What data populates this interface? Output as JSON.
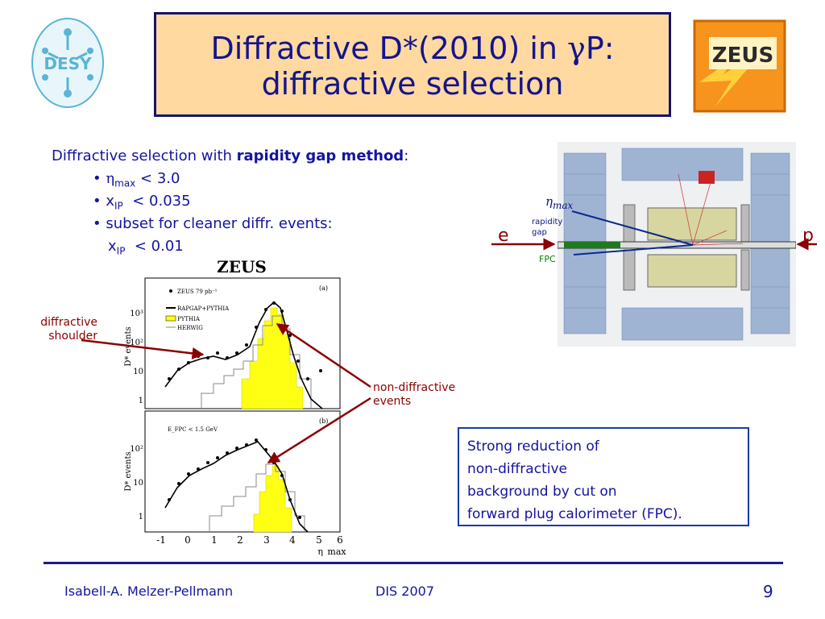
{
  "title": {
    "line1_a": "Diffractive D*(2010) in ",
    "line1_gamma": "γ",
    "line1_b": "P:",
    "line2": "diffractive selection"
  },
  "logos": {
    "left": "DESY",
    "right": "ZEUS"
  },
  "selection": {
    "intro_plain": "Diffractive selection with ",
    "intro_bold": "rapidity gap method",
    "intro_end": ":",
    "cut1_sym": "η",
    "cut1_sub": "max",
    "cut1_val": " < 3.0",
    "cut2_sym": "x",
    "cut2_sub": "IP",
    "cut2_val": "  < 0.035",
    "cut3": "subset for cleaner diffr. events:",
    "cut4_sym": "x",
    "cut4_sub": "IP",
    "cut4_val": "  < 0.01"
  },
  "plot": {
    "experiment": "ZEUS",
    "legend": [
      "ZEUS 79 pb⁻¹",
      "RAPGAP+PYTHIA",
      "PYTHIA",
      "HERWIG"
    ],
    "panel_a": "(a)",
    "panel_b": "(b)",
    "panel_b_cut": "E_FPC < 1.5 GeV",
    "ylabel": "D* events",
    "xlabel": "η_max",
    "yticks": [
      "10³",
      "10²",
      "10",
      "1"
    ],
    "xticks": [
      "-1",
      "0",
      "1",
      "2",
      "3",
      "4",
      "5",
      "6"
    ],
    "colors": {
      "pythia_fill": "#ffff14",
      "data": "#000000"
    }
  },
  "annotations": {
    "shoulder_1": "diffractive",
    "shoulder_2": "shoulder",
    "nondiff_1": "non-diffractive",
    "nondiff_2": "events"
  },
  "detector": {
    "eta_label": "η",
    "eta_sub": "max",
    "rapidity_1": "rapidity",
    "rapidity_2": "gap",
    "fpc": "FPC",
    "e_label": "e",
    "p_label": "p"
  },
  "callout": {
    "line1": "Strong reduction of",
    "line2": "non-diffractive",
    "line3": "background by cut on",
    "line4": "forward plug calorimeter (FPC)."
  },
  "footer": {
    "author": "Isabell-A. Melzer-Pellmann",
    "conference": "DIS 2007",
    "page": "9"
  }
}
